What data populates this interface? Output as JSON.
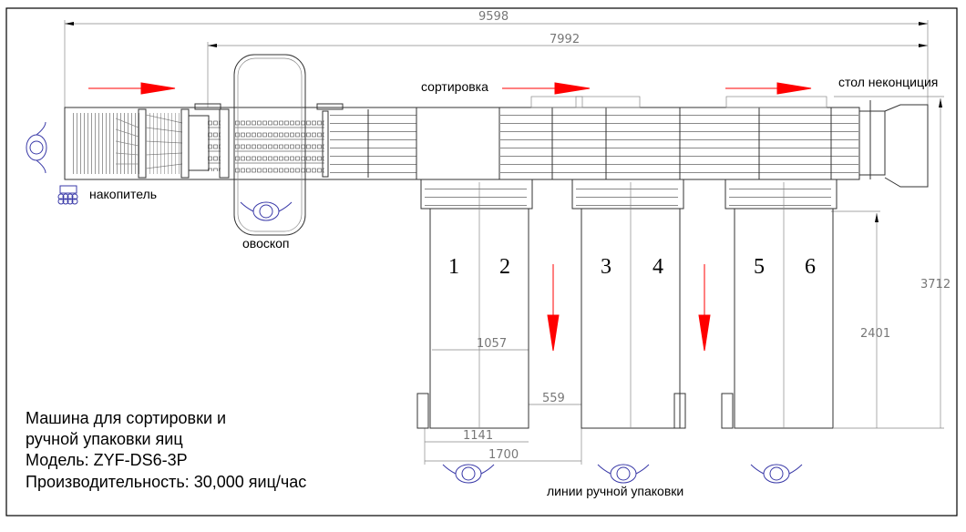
{
  "dimensions": {
    "total_length": "9598",
    "machine_length": "7992",
    "total_height": "3712",
    "lane_length": "2401",
    "lane_inner_width": "1057",
    "lane_gap": "559",
    "lane_outer_width": "1141",
    "lane_pitch": "1700"
  },
  "labels": {
    "accumulator": "накопитель",
    "candler": "овоскоп",
    "sorting": "сортировка",
    "reject_table": "стол неконциция",
    "packing_lines": "линии ручной упаковки"
  },
  "lanes": [
    "1",
    "2",
    "3",
    "4",
    "5",
    "6"
  ],
  "caption": {
    "line1": "Машина для сортировки и",
    "line2": "ручной упаковки яиц",
    "line3": "Модель: ZYF-DS6-3P",
    "line4": "Производительность: 30,000 яиц/час"
  },
  "colors": {
    "arrow": "#ff0000",
    "operator": "#3a3aa8"
  }
}
